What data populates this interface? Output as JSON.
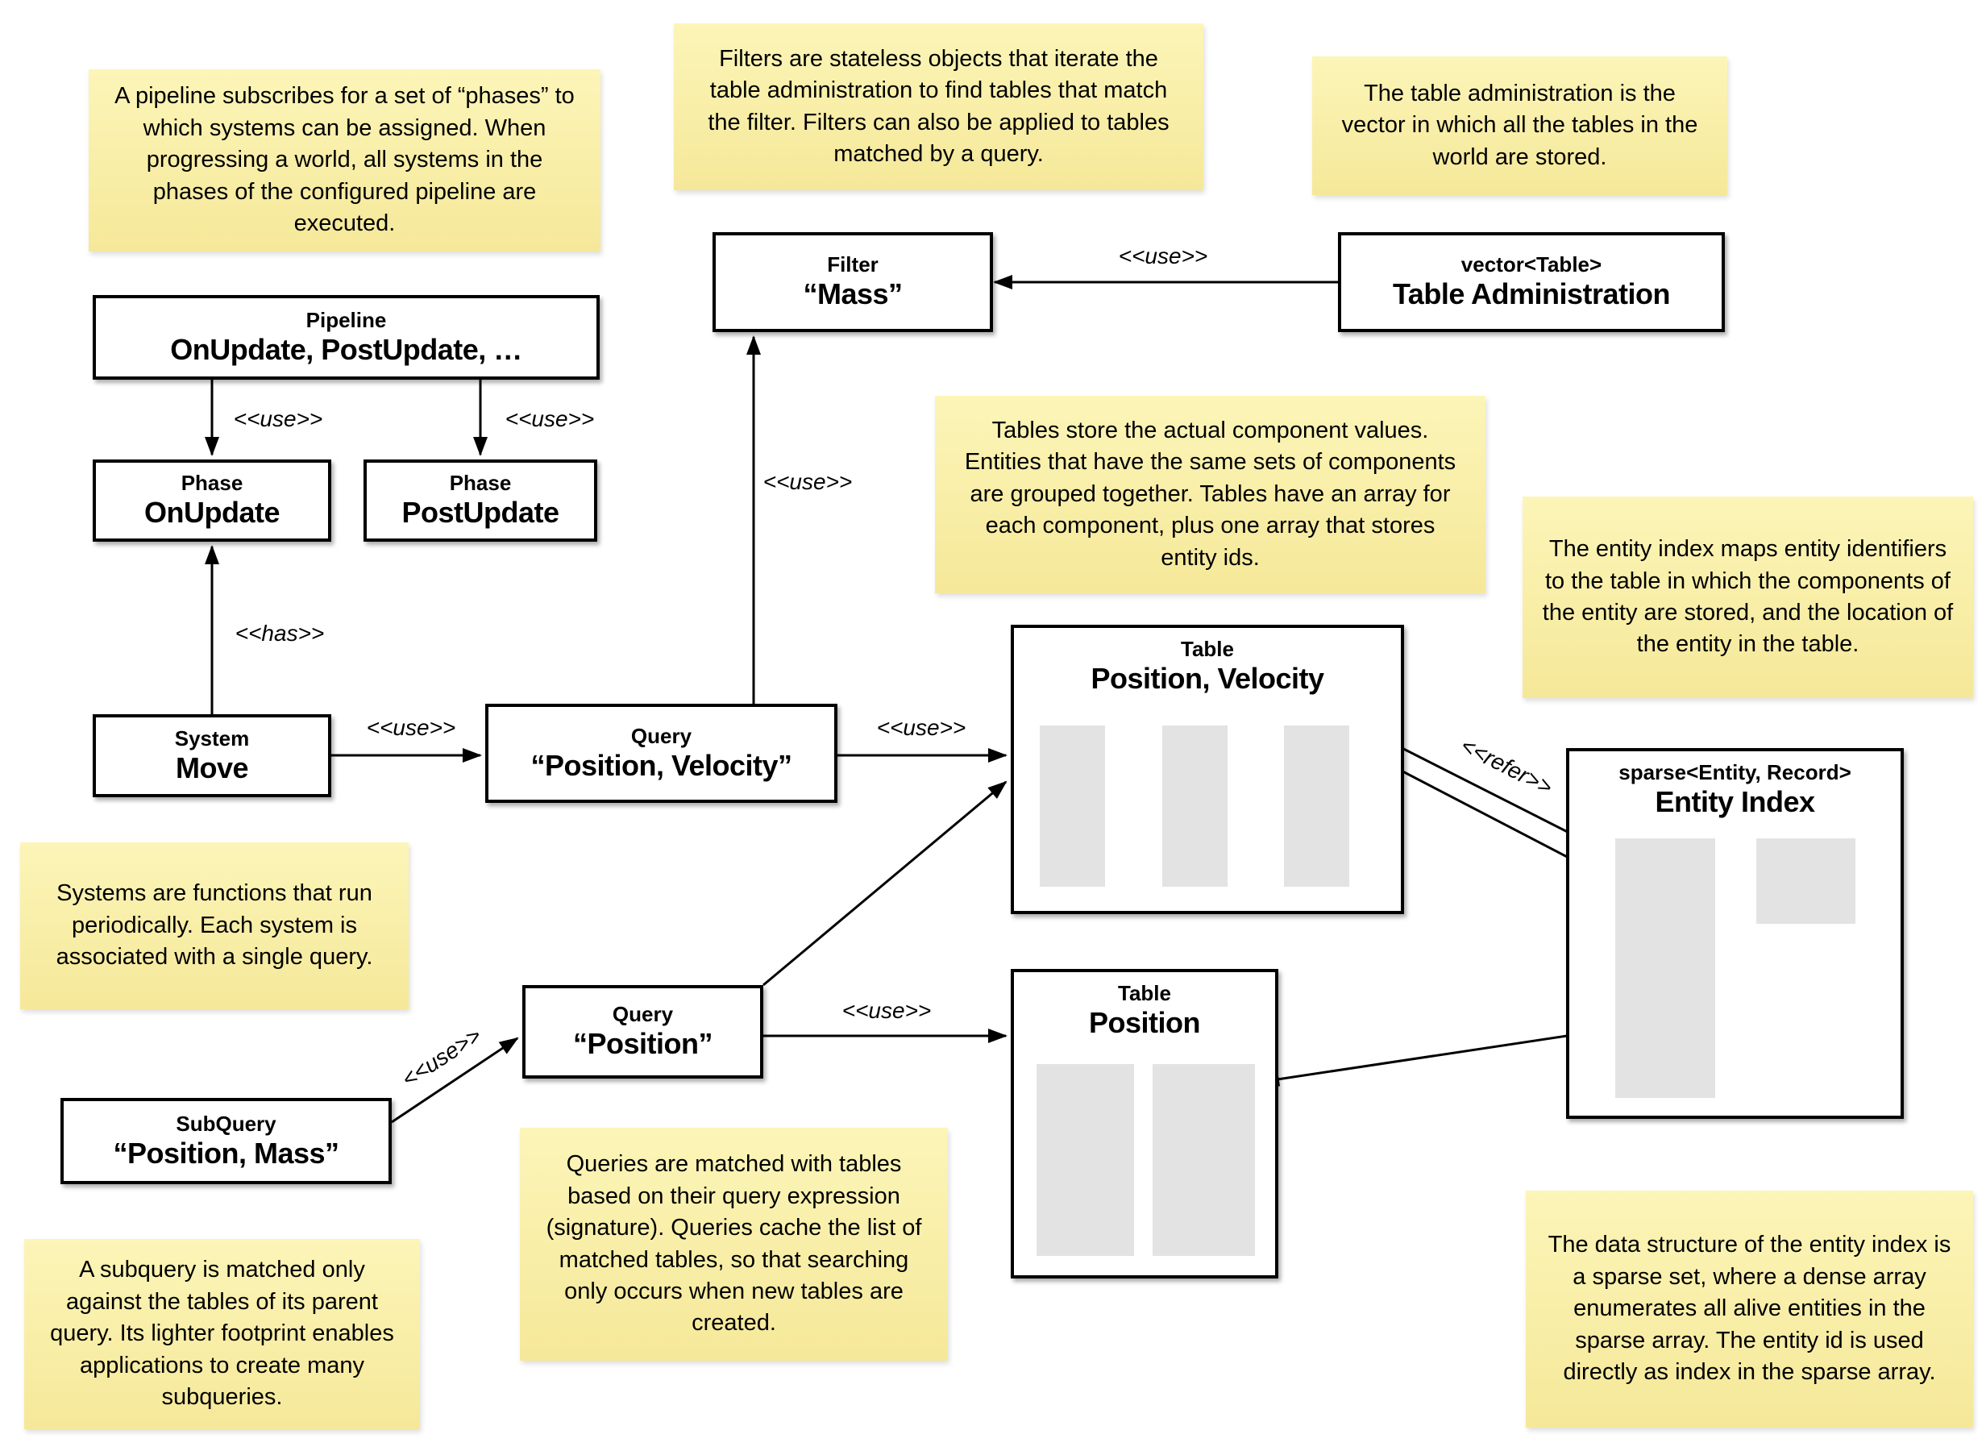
{
  "diagram": {
    "labels": {
      "use": "<<use>>",
      "has": "<<has>>",
      "refer": "<<refer>>"
    },
    "notes": {
      "pipeline": "A pipeline subscribes for a set of “phases” to which systems can be assigned. When progressing a world, all systems in the phases of the configured pipeline are executed.",
      "filters": "Filters are stateless objects that iterate the table administration to find tables that match the filter. Filters can also be applied to tables matched by a query.",
      "table_admin": "The table administration is the vector in which all the tables in the world are stored.",
      "tables": "Tables store the actual component values. Entities that have the same sets of components are grouped together. Tables have an array for each component, plus one array that stores entity ids.",
      "entity_index": "The entity index maps entity identifiers to the table in which the components of the entity are stored, and the location of the entity in the table.",
      "systems": "Systems are functions that run periodically. Each system is associated with a single query.",
      "queries": "Queries are matched with tables based on their query expression (signature). Queries cache the list of matched tables, so that searching only occurs when new tables are created.",
      "subquery": "A subquery is matched only against the tables of its parent query. Its lighter footprint enables applications to create many subqueries.",
      "sparse_set": "The data structure of the entity index is a sparse set, where a dense array enumerates all alive entities in the sparse array. The entity id is used directly as index in the sparse array."
    },
    "boxes": {
      "filter": {
        "header": "Filter",
        "title": "“Mass”"
      },
      "table_admin": {
        "header": "vector<Table>",
        "title": "Table Administration"
      },
      "pipeline": {
        "header": "Pipeline",
        "title": "OnUpdate, PostUpdate, …"
      },
      "phase_onupdate": {
        "header": "Phase",
        "title": "OnUpdate"
      },
      "phase_postupdate": {
        "header": "Phase",
        "title": "PostUpdate"
      },
      "system_move": {
        "header": "System",
        "title": "Move"
      },
      "query_posvel": {
        "header": "Query",
        "title": "“Position, Velocity”"
      },
      "query_pos": {
        "header": "Query",
        "title": "“Position”"
      },
      "subquery": {
        "header": "SubQuery",
        "title": "“Position, Mass”"
      },
      "table_posvel": {
        "header": "Table",
        "title": "Position, Velocity"
      },
      "table_pos": {
        "header": "Table",
        "title": "Position"
      },
      "entity_index": {
        "header": "sparse<Entity, Record>",
        "title": "Entity Index"
      }
    },
    "colors": {
      "note_bg_top": "#FCF5B8",
      "note_bg_bot": "#F5E899",
      "box_border": "#000000",
      "array_fill": "#E3E3E3",
      "arrow": "#000000"
    }
  }
}
